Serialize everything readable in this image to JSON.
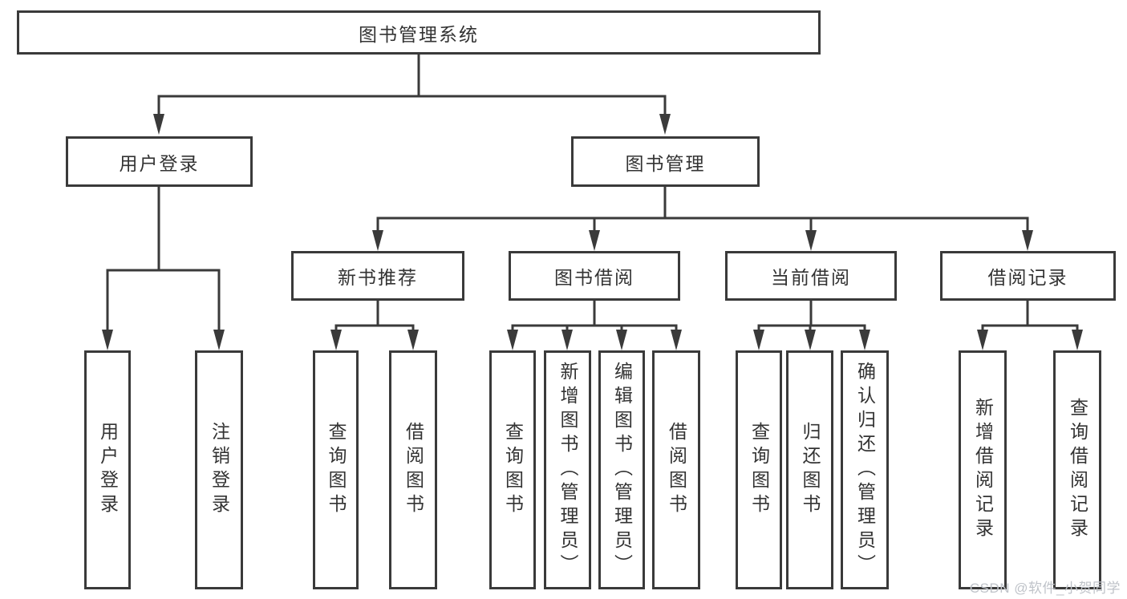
{
  "diagram": {
    "tree": {
      "label": "图书管理系统",
      "children": [
        {
          "label": "用户登录",
          "children": [
            {
              "label": "用户登录"
            },
            {
              "label": "注销登录"
            }
          ]
        },
        {
          "label": "图书管理",
          "children": [
            {
              "label": "新书推荐",
              "children": [
                {
                  "label": "查询图书"
                },
                {
                  "label": "借阅图书"
                }
              ]
            },
            {
              "label": "图书借阅",
              "children": [
                {
                  "label": "查询图书"
                },
                {
                  "label": "新增图书（管理员）"
                },
                {
                  "label": "编辑图书（管理员）"
                },
                {
                  "label": "借阅图书"
                }
              ]
            },
            {
              "label": "当前借阅",
              "children": [
                {
                  "label": "查询图书"
                },
                {
                  "label": "归还图书"
                },
                {
                  "label": "确认归还（管理员）"
                }
              ]
            },
            {
              "label": "借阅记录",
              "children": [
                {
                  "label": "新增借阅记录"
                },
                {
                  "label": "查询借阅记录"
                }
              ]
            }
          ]
        }
      ]
    },
    "colors": {
      "line": "#3a3a3a",
      "box_border": "#3a3a3a",
      "text": "#333333",
      "background": "#ffffff",
      "watermark": "#bfc3c9"
    }
  },
  "watermark": {
    "text": "CSDN @软件_小贺同学"
  }
}
